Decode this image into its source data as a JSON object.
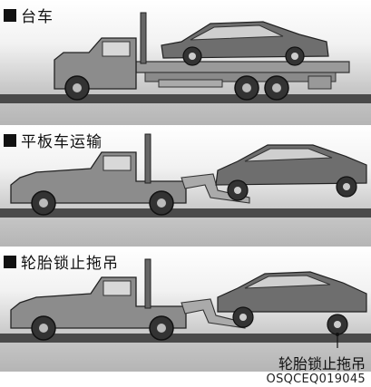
{
  "sections": [
    {
      "title": "台车"
    },
    {
      "title": "平板车运输"
    },
    {
      "title": "轮胎锁止拖吊"
    }
  ],
  "callout_label": "轮胎锁止拖吊",
  "figure_code": "OSQCEQ019045",
  "colors": {
    "truck": "#7a7a7a",
    "truck_light": "#bdbdbd",
    "car": "#6e6e6e",
    "ground": "#4a4a4a"
  }
}
